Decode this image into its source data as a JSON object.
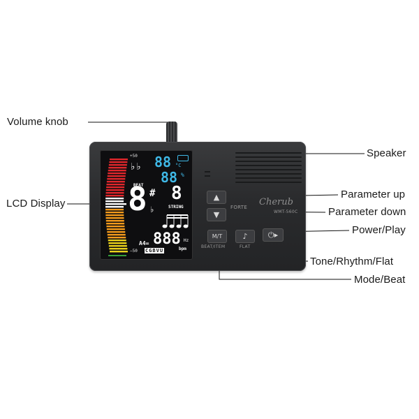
{
  "labels": {
    "volume_knob": "Volume knob",
    "lcd_display": "LCD Display",
    "speaker": "Speaker",
    "parameter_up": "Parameter up",
    "parameter_down": "Parameter down",
    "power_play": "Power/Play",
    "tone_rhythm_flat": "Tone/Rhythm/Flat",
    "mode_beat": "Mode/Beat"
  },
  "device": {
    "brand": "Cherub",
    "model": "WMT-560C",
    "forte": "FORTE",
    "beat_item": "BEAT/ITEM",
    "flat": "FLAT",
    "mode_button": "M/T"
  },
  "lcd": {
    "top_plus": "+50",
    "bottom_minus": "−50",
    "flats": "♭♭",
    "temp": "88",
    "temp_unit": "°C",
    "humidity": "88",
    "humidity_unit": "%",
    "beat_label": "BEAT",
    "note": "8",
    "sharp": "#",
    "flat": "♭",
    "string_value": "8",
    "string_label": "STRING",
    "a4_label": "A4=",
    "freq": "888",
    "hz": "Hz",
    "modes": "CGBVU",
    "bpm": "bpm"
  },
  "colors": {
    "meter_red": "#e0262b",
    "meter_orange": "#f39a1b",
    "meter_yellow": "#e9d21a",
    "meter_green": "#36a03a",
    "lcd_blue": "#3fb8e6",
    "lcd_white": "#ffffff"
  }
}
